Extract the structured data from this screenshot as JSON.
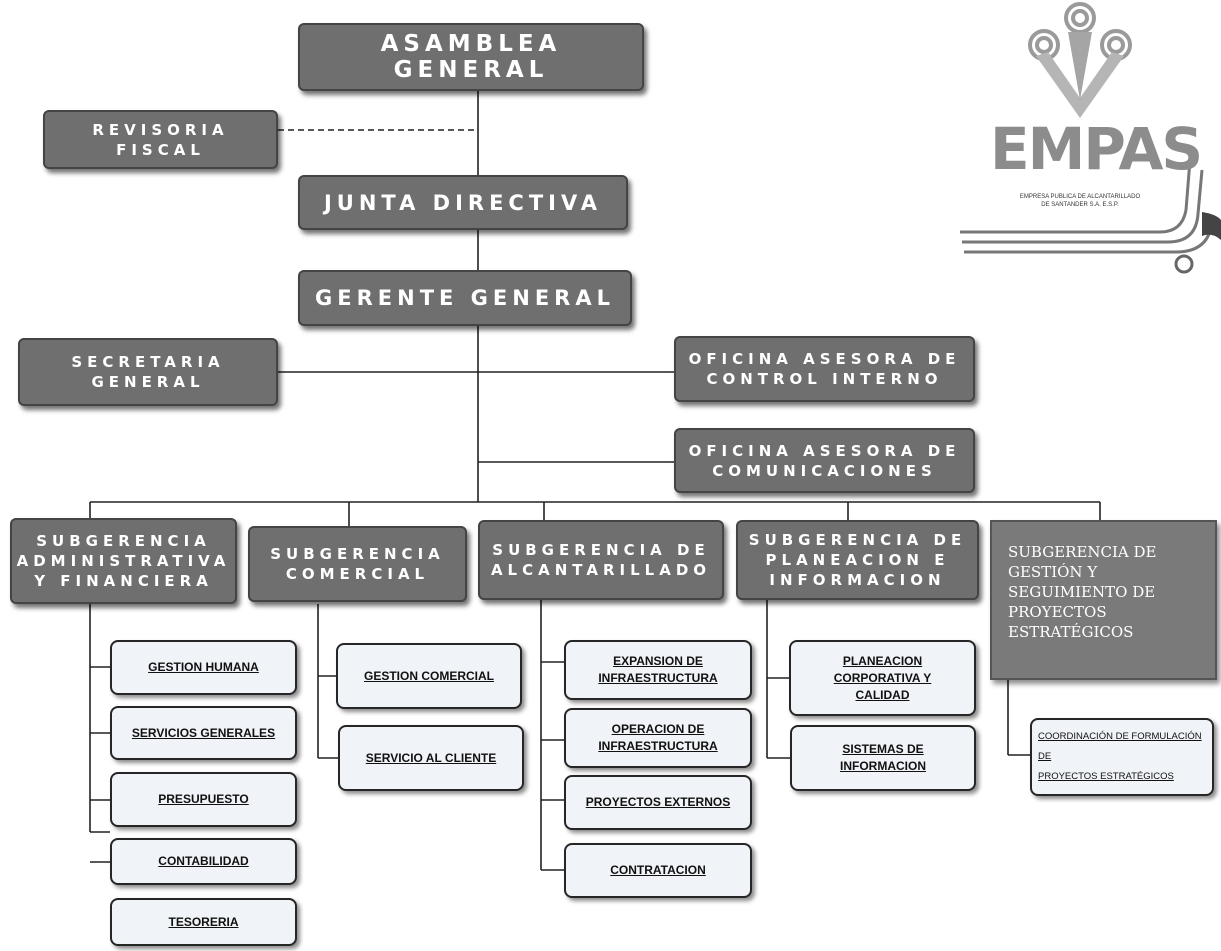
{
  "logo": {
    "name": "EMPAS",
    "subtitle": "EMPRESA PUBLICA DE ALCANTARILLADO\nDE SANTANDER S.A. E.S.P."
  },
  "top": {
    "asamblea": "ASAMBLEA GENERAL",
    "revisoria": "REVISORIA\nFISCAL",
    "junta": "JUNTA DIRECTIVA",
    "gerente": "GERENTE GENERAL",
    "secretaria": "SECRETARIA\nGENERAL",
    "control_interno": "OFICINA ASESORA DE\nCONTROL INTERNO",
    "comunicaciones": "OFICINA ASESORA DE\nCOMUNICACIONES"
  },
  "subgerencias": {
    "administrativa": {
      "title": "SUBGERENCIA\nADMINISTRATIVA\nY FINANCIERA",
      "units": [
        "GESTION HUMANA",
        "SERVICIOS GENERALES",
        "PRESUPUESTO",
        "CONTABILIDAD",
        "TESORERIA"
      ]
    },
    "comercial": {
      "title": "SUBGERENCIA\nCOMERCIAL",
      "units": [
        "GESTION COMERCIAL",
        "SERVICIO AL CLIENTE"
      ]
    },
    "alcantarillado": {
      "title": "SUBGERENCIA DE\nALCANTARILLADO",
      "units": [
        [
          "EXPANSION DE",
          "INFRAESTRUCTURA"
        ],
        [
          "OPERACION DE",
          "INFRAESTRUCTURA"
        ],
        [
          "PROYECTOS EXTERNOS"
        ],
        [
          "CONTRATACION"
        ]
      ]
    },
    "planeacion": {
      "title": "SUBGERENCIA DE\nPLANEACION E\nINFORMACION",
      "units": [
        [
          "PLANEACION",
          "CORPORATIVA Y",
          "CALIDAD"
        ],
        [
          "SISTEMAS DE",
          "INFORMACION"
        ]
      ]
    },
    "proyectos": {
      "title": [
        "SUBGERENCIA DE",
        "GESTIÓN Y",
        "SEGUIMIENTO DE",
        "PROYECTOS",
        "ESTRATÉGICOS"
      ],
      "units": [
        [
          "COORDINACIÓN DE FORMULACIÓN DE",
          "PROYECTOS ESTRATÉGICOS"
        ]
      ]
    }
  }
}
